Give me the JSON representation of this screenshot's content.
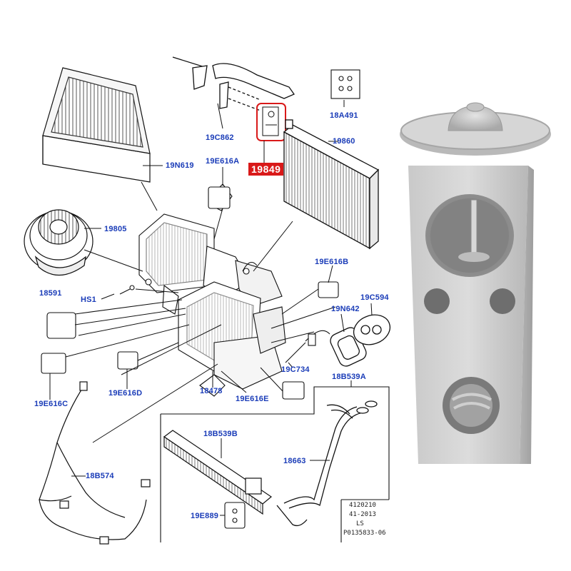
{
  "diagram": {
    "highlight_part": "19849",
    "labels": [
      {
        "id": "19C862",
        "text": "19C862"
      },
      {
        "id": "18A491",
        "text": "18A491"
      },
      {
        "id": "19860",
        "text": "19860"
      },
      {
        "id": "19N619",
        "text": "19N619"
      },
      {
        "id": "19E616A",
        "text": "19E616A"
      },
      {
        "id": "19805",
        "text": "19805"
      },
      {
        "id": "19E616B",
        "text": "19E616B"
      },
      {
        "id": "18591",
        "text": "18591"
      },
      {
        "id": "HS1",
        "text": "HS1"
      },
      {
        "id": "19C594",
        "text": "19C594"
      },
      {
        "id": "19N642",
        "text": "19N642"
      },
      {
        "id": "19C734",
        "text": "19C734"
      },
      {
        "id": "19E616C",
        "text": "19E616C"
      },
      {
        "id": "19E616D",
        "text": "19E616D"
      },
      {
        "id": "18478",
        "text": "18478"
      },
      {
        "id": "19E616E",
        "text": "19E616E"
      },
      {
        "id": "18B539A",
        "text": "18B539A"
      },
      {
        "id": "18B539B",
        "text": "18B539B"
      },
      {
        "id": "18663",
        "text": "18663"
      },
      {
        "id": "18B574",
        "text": "18B574"
      },
      {
        "id": "19E889",
        "text": "19E889"
      }
    ],
    "stamp": [
      "4120210",
      "41-2013",
      "LS",
      "P0135833-06"
    ]
  }
}
